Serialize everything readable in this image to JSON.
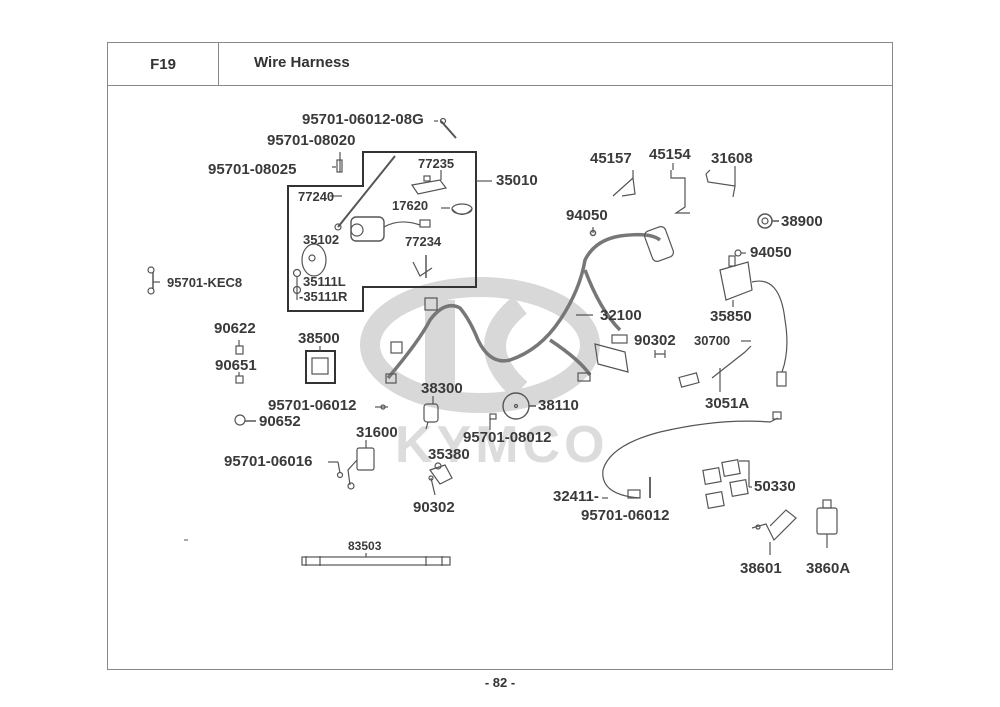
{
  "header": {
    "section_code": "F19",
    "title": "Wire Harness"
  },
  "footer": {
    "page_number": "- 82 -"
  },
  "watermark": {
    "brand": "KYMCO"
  },
  "colors": {
    "text": "#3a3a3a",
    "frame": "#888888",
    "watermark": "#d4d4d4",
    "part_line": "#555555"
  },
  "parts": {
    "p95701_06012_08G": "95701-06012-08G",
    "p95701_08020": "95701-08020",
    "p95701_08025": "95701-08025",
    "p77235": "77235",
    "p35010": "35010",
    "p77240": "77240",
    "p17620": "17620",
    "p35102": "35102",
    "p77234": "77234",
    "p35111L": "35111L",
    "p35111R": "-35111R",
    "p95701_KEC8": "95701-KEC8",
    "p45157": "45157",
    "p45154": "45154",
    "p31608": "31608",
    "p94050a": "94050",
    "p38900": "38900",
    "p94050b": "94050",
    "p35850": "35850",
    "p32100": "32100",
    "p90302a": "90302",
    "p30700": "30700",
    "p3051A": "3051A",
    "p90622": "90622",
    "p90651": "90651",
    "p38500": "38500",
    "p95701_06012a": "95701-06012",
    "p90652": "90652",
    "p38300": "38300",
    "p38110": "38110",
    "p95701_08012": "95701-08012",
    "p31600": "31600",
    "p95701_06016": "95701-06016",
    "p35380": "35380",
    "p90302b": "90302",
    "p32411": "32411-",
    "p95701_06012b": "95701-06012",
    "p50330": "50330",
    "p38601": "38601",
    "p3860A": "3860A",
    "p83503": "83503"
  }
}
